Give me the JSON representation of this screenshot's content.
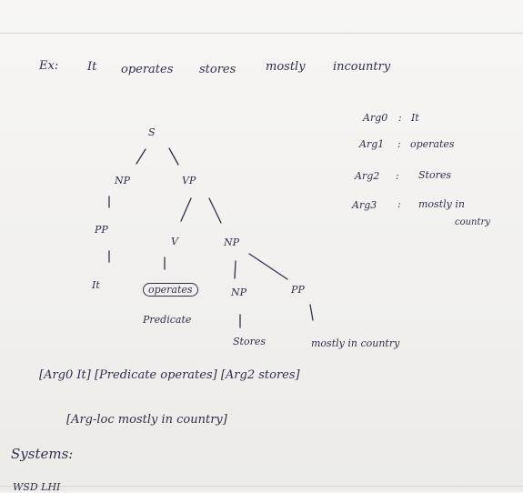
{
  "example": {
    "label": "Ex:",
    "sentence": [
      "It",
      "operates",
      "stores",
      "mostly",
      "incountry"
    ]
  },
  "tree": {
    "root": "S",
    "np": "NP",
    "vp": "VP",
    "pp_left": "PP",
    "it": "It",
    "v": "V",
    "np_right": "NP",
    "operates": "operates",
    "predicate_note": "Predicate",
    "np_lower": "NP",
    "pp_right": "PP",
    "stores": "Stores",
    "mostly_in_country": "mostly in country"
  },
  "args": [
    {
      "label": "Arg0",
      "sep": ":",
      "value": "It"
    },
    {
      "label": "Arg1",
      "sep": ":",
      "value": "operates"
    },
    {
      "label": "Arg2",
      "sep": ":",
      "value": "Stores"
    },
    {
      "label": "Arg3",
      "sep": ":",
      "value": "mostly in",
      "value2": "country"
    }
  ],
  "bracketed": {
    "line1": "[Arg0 It] [Predicate operates] [Arg2 stores]",
    "line2": "[Arg-loc   mostly in country]"
  },
  "systems": {
    "heading": "Systems:",
    "partial": "WSD   LHI"
  }
}
